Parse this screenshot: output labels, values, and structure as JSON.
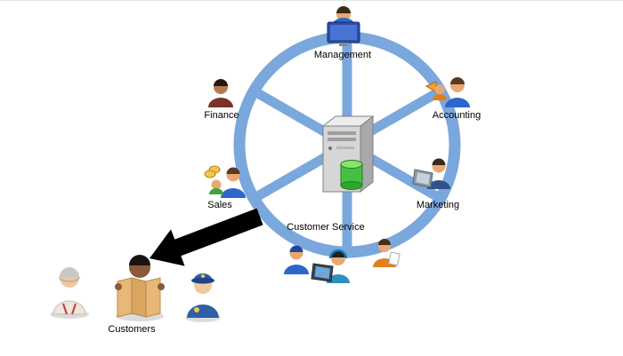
{
  "diagram": {
    "nodes": {
      "management": {
        "label": "Management"
      },
      "finance": {
        "label": "Finance"
      },
      "accounting": {
        "label": "Accounting"
      },
      "sales": {
        "label": "Sales"
      },
      "marketing": {
        "label": "Marketing"
      },
      "customer_service": {
        "label": "Customer Service"
      },
      "customers": {
        "label": "Customers"
      }
    },
    "colors": {
      "ring_blue": "#7AA7DC",
      "arrow_black": "#000000",
      "background": "#FFFFFF",
      "database_green": "#3CBF3C",
      "server_gray": "#D6D6D6"
    }
  }
}
